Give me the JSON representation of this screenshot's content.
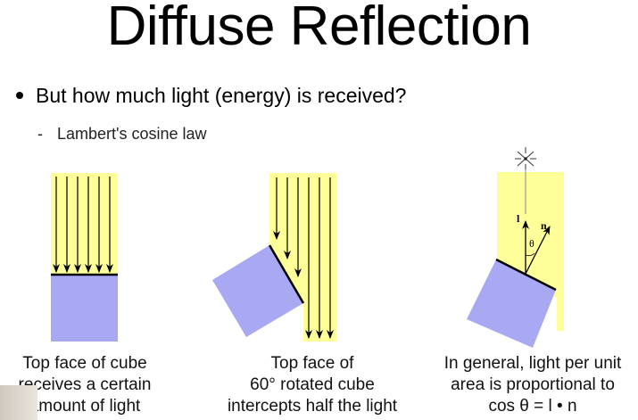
{
  "slide": {
    "title": "Diffuse Reflection",
    "bullet": "But how much light (energy) is received?",
    "sub_bullet": "Lambert's cosine law",
    "colors": {
      "light": "#ffff99",
      "cube": "#a9a9f3"
    },
    "diagrams": [
      {
        "caption": [
          "Top face of cube",
          "receives a certain",
          "amount of light"
        ]
      },
      {
        "caption": [
          "Top face of",
          "60° rotated cube",
          "intercepts half the light"
        ]
      },
      {
        "caption": [
          "In general, light per unit",
          "area is proportional to",
          "cos θ = l • n"
        ],
        "label_l": "l",
        "label_n": "n",
        "label_theta": "θ"
      }
    ]
  }
}
